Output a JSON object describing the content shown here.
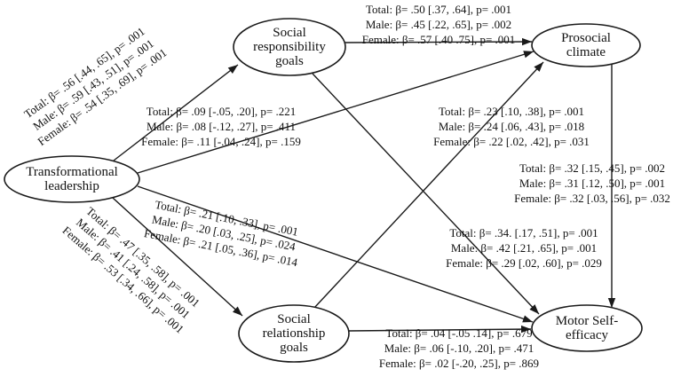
{
  "colors": {
    "background": "#ffffff",
    "line": "#1a1a1a",
    "text": "#111111"
  },
  "nodes": {
    "transformational_leadership": {
      "lines": [
        "Transformational",
        "leadership"
      ]
    },
    "social_responsibility_goals": {
      "lines": [
        "Social",
        "responsibility",
        "goals"
      ]
    },
    "social_relationship_goals": {
      "lines": [
        "Social",
        "relationship",
        "goals"
      ]
    },
    "prosocial_climate": {
      "lines": [
        "Prosocial",
        "climate"
      ]
    },
    "motor_self_efficacy": {
      "lines": [
        "Motor Self-",
        "efficacy"
      ]
    }
  },
  "paths": {
    "tl_to_social_responsibility": {
      "lines": [
        "Total: β= .56 [.44, .65], p= .001",
        "Male: β= .59 [.43, .51], p= .001",
        "Female: β= .54 [.35, .69], p= .001"
      ]
    },
    "social_responsibility_to_prosocial": {
      "lines": [
        "Total: β= .50 [.37, .64], p= .001",
        "Male: β= .45 [.22, .65], p= .002",
        "Female: β= .57 [.40 .75], p= .001"
      ]
    },
    "tl_to_prosocial": {
      "lines": [
        "Total: β= .09 [-.05, .20], p= .221",
        "Male: β= .08 [-.12, .27], p= .411",
        "Female: β= .11 [-.04, .24], p= .159"
      ]
    },
    "social_relationship_to_prosocial": {
      "lines": [
        "Total: β= .23 [.10, .38], p= .001",
        "Male: β= .24 [.06, .43], p= .018",
        "Female: β= .22 [.02, .42], p= .031"
      ]
    },
    "prosocial_to_motor": {
      "lines": [
        "Total: β= .32 [.15, .45], p= .002",
        "Male: β= .31 [.12, .50], p= .001",
        "Female: β= .32 [.03, .56], p= .032"
      ]
    },
    "social_responsibility_to_motor": {
      "lines": [
        "Total: β= .34. [.17, .51], p= .001",
        "Male: β= .42 [.21, .65], p= .001",
        "Female: β= .29 [.02, .60], p= .029"
      ]
    },
    "tl_to_motor": {
      "lines": [
        "Total: β= .21 [.10, .33], p= .001",
        "Male: β= .20 [.03, .25], p= .024",
        "Female: β= .21 [.05, .36], p= .014"
      ]
    },
    "tl_to_social_relationship": {
      "lines": [
        "Total: β= .47 [.35, .58], p= .001",
        "Male: β= .41 [.24, .58], p= .001",
        "Female: β= .53 [.34, .66], p= .001"
      ]
    },
    "social_relationship_to_motor": {
      "lines": [
        "Total: β= .04 [-.05 .14], p= .679",
        "Male: β= .06 [-.10, .20], p= .471",
        "Female: β= .02 [-.20, .25], p= .869"
      ]
    }
  }
}
